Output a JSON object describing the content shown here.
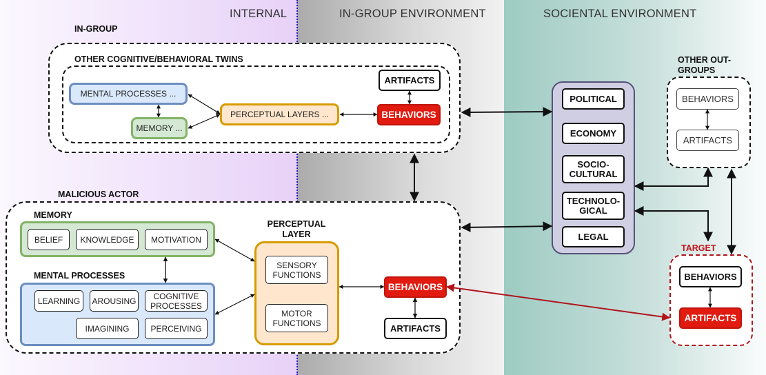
{
  "bands": {
    "internal": "INTERNAL",
    "in_group_environment": "IN-GROUP ENVIRONMENT",
    "societal_environment": "SOCIENTAL ENVIRONMENT"
  },
  "in_group": {
    "label": "IN-GROUP",
    "twins": {
      "label": "OTHER COGNITIVE/BEHAVIORAL TWINS",
      "mental_processes": "MENTAL PROCESSES ...",
      "memory": "MEMORY ...",
      "perceptual_layers": "PERCEPTUAL LAYERS ...",
      "artifacts": "ARTIFACTS",
      "behaviors": "BEHAVIORS"
    }
  },
  "malicious_actor": {
    "label": "MALICIOUS ACTOR",
    "memory": {
      "label": "MEMORY",
      "items": [
        "BELIEF",
        "KNOWLEDGE",
        "MOTIVATION"
      ]
    },
    "mental_processes": {
      "label": "MENTAL PROCESSES",
      "items": [
        "LEARNING",
        "AROUSING",
        "COGNITIVE PROCESSES",
        "IMAGINING",
        "PERCEIVING"
      ]
    },
    "perceptual_layer": {
      "label": "PERCEPTUAL LAYER",
      "items": [
        "SENSORY FUNCTIONS",
        "MOTOR FUNCTIONS"
      ]
    },
    "behaviors": "BEHAVIORS",
    "artifacts": "ARTIFACTS"
  },
  "societal": {
    "items": [
      "POLITICAL",
      "ECONOMY",
      "SOCIO-CULTURAL",
      "TECHNOLO-GICAL",
      "LEGAL"
    ]
  },
  "other_out_groups": {
    "label": "OTHER OUT-GROUPS",
    "behaviors": "BEHAVIORS",
    "artifacts": "ARTIFACTS"
  },
  "target": {
    "label": "TARGET",
    "behaviors": "BEHAVIORS",
    "artifacts": "ARTIFACTS"
  },
  "colors": {
    "behaviors_red": "#e11b10",
    "target_red": "#c0141b",
    "memory_green": "#d5e8d4",
    "mental_blue": "#dae8fc",
    "perceptual_orange": "#ffe6cc",
    "societal_purple": "#d0cee2",
    "divider_blue": "#2a18c8"
  }
}
